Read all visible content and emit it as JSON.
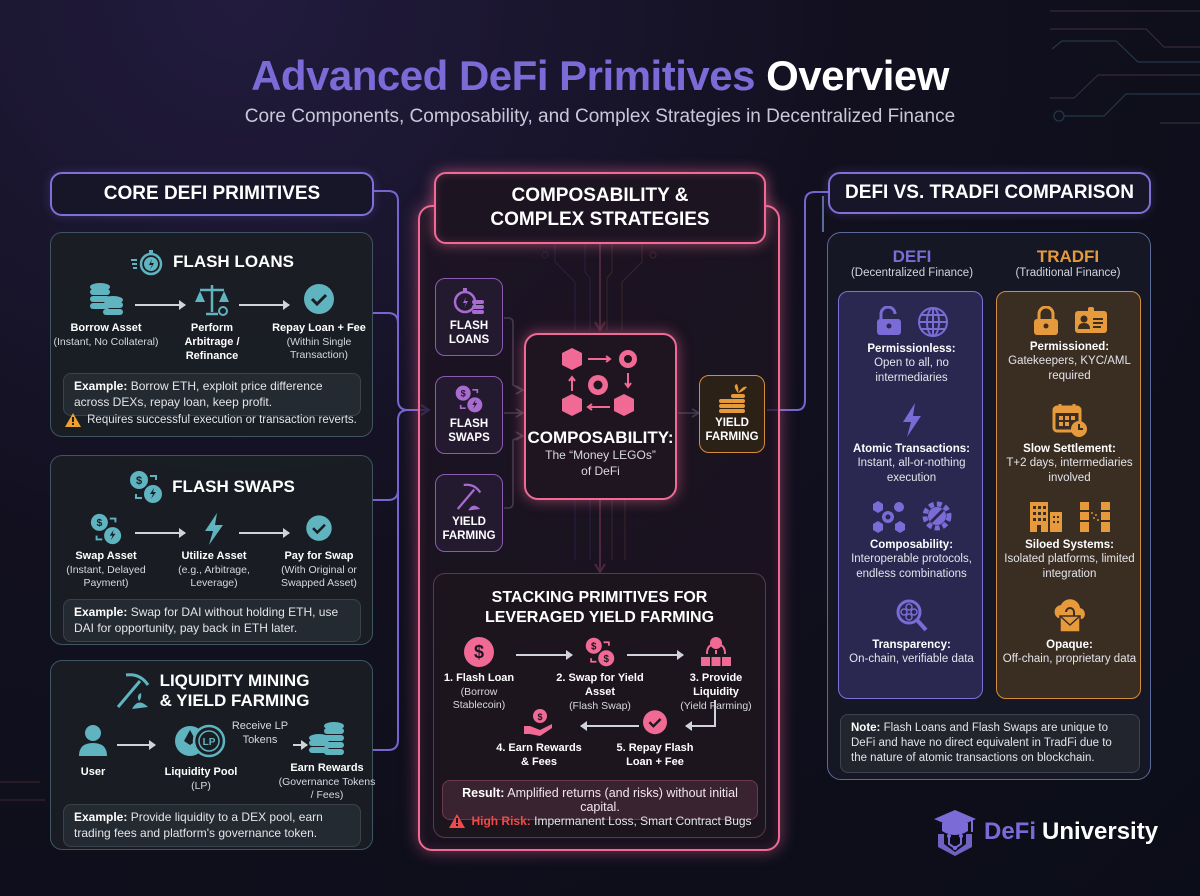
{
  "header": {
    "title_accent": "Advanced DeFi Primitives",
    "title_rest": "Overview",
    "subtitle": "Core Components, Composability, and Complex Strategies in Decentralized Finance"
  },
  "colors": {
    "purple_accent": "#7b6bd6",
    "pink_accent": "#f06a95",
    "teal_icon": "#5fb4c0",
    "orange_accent": "#e79a3c",
    "risk_red": "#ef4a4a"
  },
  "left": {
    "section_title": "CORE DEFI PRIMITIVES",
    "flash_loans": {
      "title": "FLASH LOANS",
      "steps": [
        {
          "title": "Borrow Asset",
          "desc": "(Instant, No Collateral)"
        },
        {
          "title": "Perform Arbitrage / Refinance",
          "desc": ""
        },
        {
          "title": "Repay Loan + Fee",
          "desc": "(Within Single Transaction)"
        }
      ],
      "example_label": "Example:",
      "example_text": "Borrow ETH, exploit price difference across DEXs, repay loan, keep profit.",
      "warning": "Requires successful execution or transaction reverts."
    },
    "flash_swaps": {
      "title": "FLASH SWAPS",
      "steps": [
        {
          "title": "Swap Asset",
          "desc": "(Instant, Delayed Payment)"
        },
        {
          "title": "Utilize Asset",
          "desc": "(e.g., Arbitrage, Leverage)"
        },
        {
          "title": "Pay for Swap",
          "desc": "(With Original or Swapped Asset)"
        }
      ],
      "example_label": "Example:",
      "example_text": "Swap for DAI without holding ETH, use DAI for opportunity, pay back in ETH later."
    },
    "liquidity_mining": {
      "title_line1": "LIQUIDITY MINING",
      "title_line2": "& YIELD FARMING",
      "steps": [
        {
          "title": "User",
          "desc": ""
        },
        {
          "title": "Liquidity Pool",
          "desc": "(LP)"
        },
        {
          "title": "Earn Rewards",
          "desc": "(Governance Tokens / Fees)"
        }
      ],
      "lp_badge": "LP",
      "mid_label": "Receive LP Tokens",
      "example_label": "Example:",
      "example_text": "Provide liquidity to a DEX pool, earn trading fees and platform's governance token."
    }
  },
  "middle": {
    "section_title_line1": "COMPOSABILITY &",
    "section_title_line2": "COMPLEX STRATEGIES",
    "inputs": [
      {
        "line1": "FLASH",
        "line2": "LOANS"
      },
      {
        "line1": "FLASH",
        "line2": "SWAPS"
      },
      {
        "line1": "YIELD",
        "line2": "FARMING"
      }
    ],
    "output": {
      "line1": "YIELD",
      "line2": "FARMING"
    },
    "composability": {
      "title": "COMPOSABILITY:",
      "sub_line1": "The “Money LEGOs”",
      "sub_line2": "of DeFi"
    },
    "stacking": {
      "title_line1": "STACKING PRIMITIVES FOR",
      "title_line2": "LEVERAGED YIELD FARMING",
      "steps": [
        {
          "title": "1. Flash Loan",
          "desc": "(Borrow Stablecoin)"
        },
        {
          "title": "2. Swap for Yield Asset",
          "desc": "(Flash Swap)"
        },
        {
          "title": "3. Provide Liquidity",
          "desc": "(Yield Farming)"
        },
        {
          "title": "4. Earn Rewards & Fees",
          "desc": ""
        },
        {
          "title": "5. Repay Flash Loan + Fee",
          "desc": ""
        }
      ],
      "result_label": "Result:",
      "result_text": "Amplified returns (and risks) without initial capital.",
      "risk_label": "High Risk:",
      "risk_text": "Impermanent Loss, Smart Contract Bugs"
    }
  },
  "right": {
    "section_title": "DEFI VS. TRADFI COMPARISON",
    "defi": {
      "heading": "DEFI",
      "subheading": "(Decentralized Finance)",
      "features": [
        {
          "title": "Permissionless:",
          "desc": "Open to all, no intermediaries"
        },
        {
          "title": "Atomic Transactions:",
          "desc": "Instant, all-or-nothing execution"
        },
        {
          "title": "Composability:",
          "desc": "Interoperable protocols, endless combinations"
        },
        {
          "title": "Transparency:",
          "desc": "On-chain, verifiable data"
        }
      ]
    },
    "tradfi": {
      "heading": "TRADFI",
      "subheading": "(Traditional Finance)",
      "features": [
        {
          "title": "Permissioned:",
          "desc": "Gatekeepers, KYC/AML required"
        },
        {
          "title": "Slow Settlement:",
          "desc": "T+2 days, intermediaries involved"
        },
        {
          "title": "Siloed Systems:",
          "desc": "Isolated platforms, limited integration"
        },
        {
          "title": "Opaque:",
          "desc": "Off-chain, proprietary data"
        }
      ]
    },
    "note_label": "Note:",
    "note_text": "Flash Loans and Flash Swaps are unique to DeFi and have no direct equivalent in TradFi due to the nature of atomic transactions on blockchain."
  },
  "brand": {
    "part1": "DeFi",
    "part2": "University"
  }
}
